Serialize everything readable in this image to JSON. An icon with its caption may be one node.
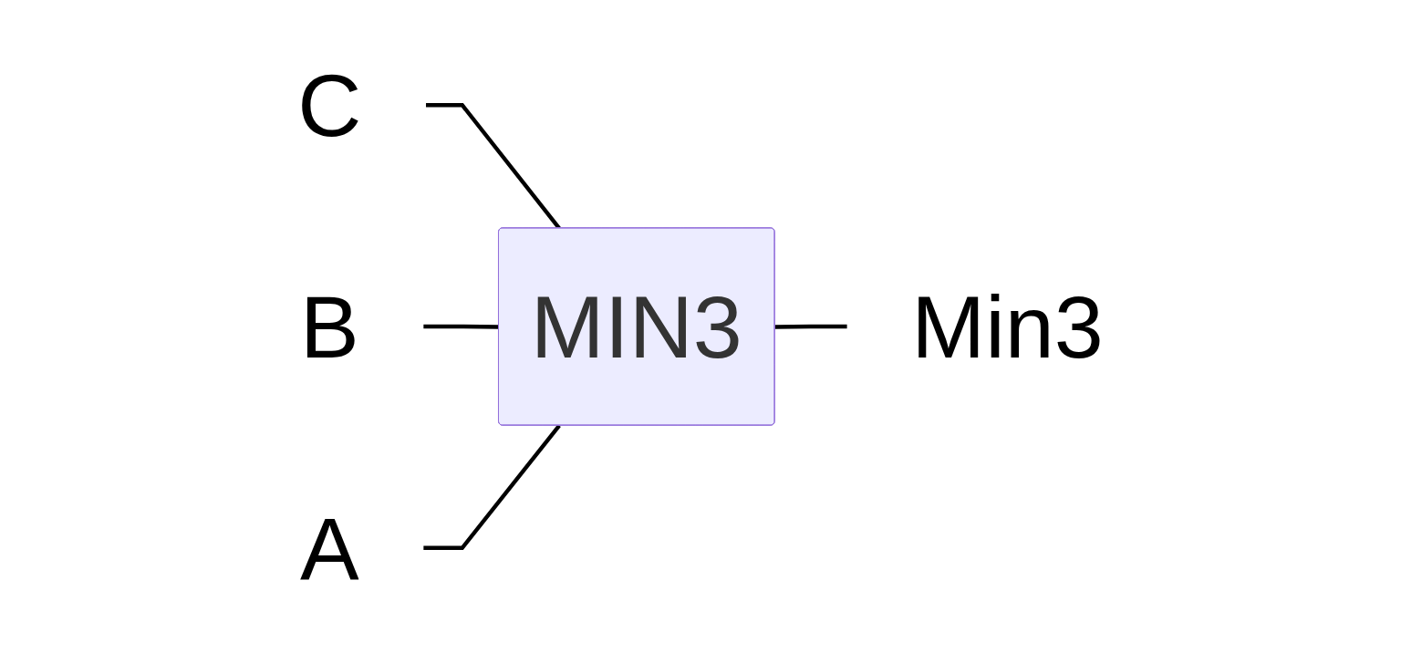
{
  "diagram": {
    "nodes": [
      {
        "text": [
          "C"
        ]
      },
      {
        "text": [
          "B"
        ]
      },
      {
        "text": [
          "A"
        ]
      },
      {
        "text": [
          "MIN3"
        ]
      },
      {
        "text": [
          "Min3"
        ]
      }
    ],
    "edges": [
      {
        "from": 0,
        "to": 3,
        "arrow": "none"
      },
      {
        "from": 1,
        "to": 3,
        "arrow": "none"
      },
      {
        "from": 2,
        "to": 3,
        "arrow": "none"
      },
      {
        "from": 3,
        "to": 4,
        "arrow": "none"
      }
    ]
  }
}
